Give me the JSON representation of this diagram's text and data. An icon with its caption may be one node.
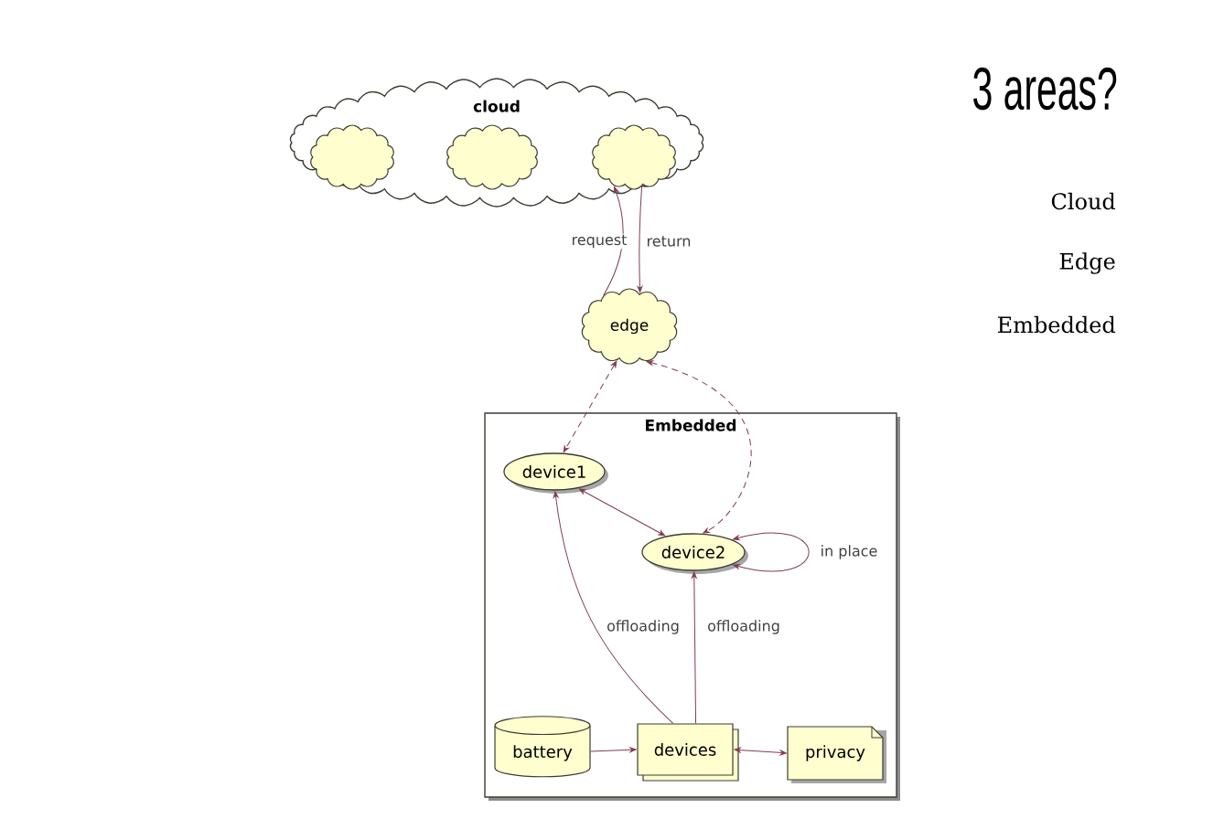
{
  "diagram": {
    "title": "3 areas?",
    "nodes": [
      {
        "text": [
          "cloud"
        ]
      },
      {
        "text": [],
        "shape": "cloud",
        "in": 0
      },
      {
        "text": [],
        "shape": "cloud",
        "in": 0
      },
      {
        "text": [],
        "shape": "cloud",
        "in": 0
      },
      {
        "text": [
          "edge"
        ]
      },
      {
        "text": [
          "Embedded"
        ]
      },
      {
        "text": [
          "device1"
        ],
        "in": 5
      },
      {
        "text": [
          "device2"
        ],
        "in": 5
      },
      {
        "text": [
          "battery"
        ],
        "in": 5
      },
      {
        "text": [
          "devices"
        ],
        "in": 5
      },
      {
        "text": [
          "privacy"
        ],
        "in": 5
      }
    ],
    "edges": [
      {
        "from": 4,
        "to": 3,
        "arrow": "to",
        "label": "request"
      },
      {
        "from": 3,
        "to": 4,
        "arrow": "to",
        "label": "return"
      },
      {
        "from": 4,
        "to": 6,
        "arrow": "both",
        "style": "dashed"
      },
      {
        "from": 4,
        "to": 7,
        "arrow": "both",
        "style": "dashed"
      },
      {
        "from": 6,
        "to": 7,
        "arrow": "both"
      },
      {
        "from": 7,
        "to": 7,
        "arrow": "both",
        "label": "in place"
      },
      {
        "from": 9,
        "to": 6,
        "arrow": "to",
        "label": "offloading"
      },
      {
        "from": 9,
        "to": 7,
        "arrow": "to",
        "label": "offloading"
      },
      {
        "from": 8,
        "to": 9,
        "arrow": "to"
      },
      {
        "from": 9,
        "to": 10,
        "arrow": "both"
      }
    ],
    "labels": [
      "Cloud",
      "Edge",
      "Embedded"
    ]
  }
}
